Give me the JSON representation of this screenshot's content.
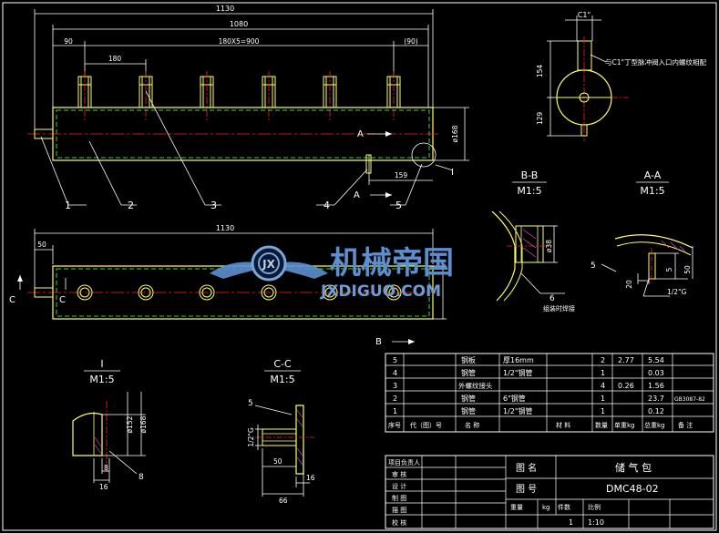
{
  "front_view": {
    "dim_overall": "1130",
    "dim_body": "1080",
    "dim_left": "90",
    "dim_pitch_total": "180X5=900",
    "dim_right": "(90)",
    "dim_pitch": "180",
    "dim_dia": "ø168",
    "dim_offset": "159",
    "section_mark": "A",
    "detail_mark": "I",
    "balloons": [
      "1",
      "2",
      "3",
      "4",
      "5"
    ]
  },
  "top_view": {
    "dim_overall": "1130",
    "dim_left": "50",
    "section_mark": "C",
    "section_b": "B"
  },
  "side_view": {
    "label_c1": "C1\"",
    "note": "与C1\"丁型脉冲阀入口内螺纹相配",
    "dim_154": "154",
    "dim_129": "129"
  },
  "section_bb": {
    "title": "B-B",
    "scale": "M1:5",
    "dim_38": "ø38",
    "balloon": "6",
    "note": "组装时焊接"
  },
  "section_aa": {
    "title": "A-A",
    "scale": "M1:5",
    "balloon": "5",
    "dim_5": "5",
    "dim_50": "50",
    "dim_20": "20",
    "thread": "1/2\"G"
  },
  "detail_i": {
    "title": "I",
    "scale": "M1:5",
    "dim_152": "ø152",
    "dim_168": "ø168",
    "dim_8": "8",
    "dim_16": "16",
    "balloon": "8"
  },
  "section_cc": {
    "title": "C-C",
    "scale": "M1:5",
    "balloon": "5",
    "thread": "1/2\"G",
    "dim_50": "50",
    "dim_16": "16",
    "dim_66": "66"
  },
  "bom": {
    "headers": [
      "序号",
      "代（图）号",
      "名  称",
      "",
      "材  料",
      "数量",
      "单重kg",
      "总重kg",
      "备  注"
    ],
    "rows": [
      {
        "no": "5",
        "name": "钢板",
        "spec": "厚16mm",
        "qty": "2",
        "unit": "2.77",
        "total": "5.54",
        "note": ""
      },
      {
        "no": "4",
        "name": "钢管",
        "spec": "1/2\"钢管",
        "qty": "1",
        "unit": "",
        "total": "0.03",
        "note": ""
      },
      {
        "no": "3",
        "name": "外螺纹接头",
        "spec": "",
        "qty": "4",
        "unit": "0.26",
        "total": "1.56",
        "note": ""
      },
      {
        "no": "2",
        "name": "钢管",
        "spec": "6\"钢管",
        "qty": "1",
        "unit": "",
        "total": "23.7",
        "note": "GB3087-82"
      },
      {
        "no": "1",
        "name": "钢管",
        "spec": "1/2\"钢管",
        "qty": "1",
        "unit": "",
        "total": "0.12",
        "note": ""
      }
    ]
  },
  "title_block": {
    "labels": [
      "项目负责人",
      "审  核",
      "设  计",
      "制  图",
      "描  图",
      "校  核"
    ],
    "drawing_name_label": "图  名",
    "drawing_name": "储  气  包",
    "drawing_no_label": "图  号",
    "drawing_no": "DMC48-02",
    "footer": [
      "重量",
      "kg",
      "件数",
      "比例",
      "1:10"
    ],
    "qty": "1"
  },
  "watermark": {
    "cn": "机械帝国",
    "url": "JXDIGUO.COM"
  },
  "colors": {
    "line_white": "#ffffff",
    "line_yellow": "#ffff66",
    "line_red": "#ff2020",
    "line_green": "#3cd23c",
    "line_magenta": "#ff40ff",
    "line_cyan": "#40d0ff",
    "logo_blue": "#5b8fd0"
  }
}
